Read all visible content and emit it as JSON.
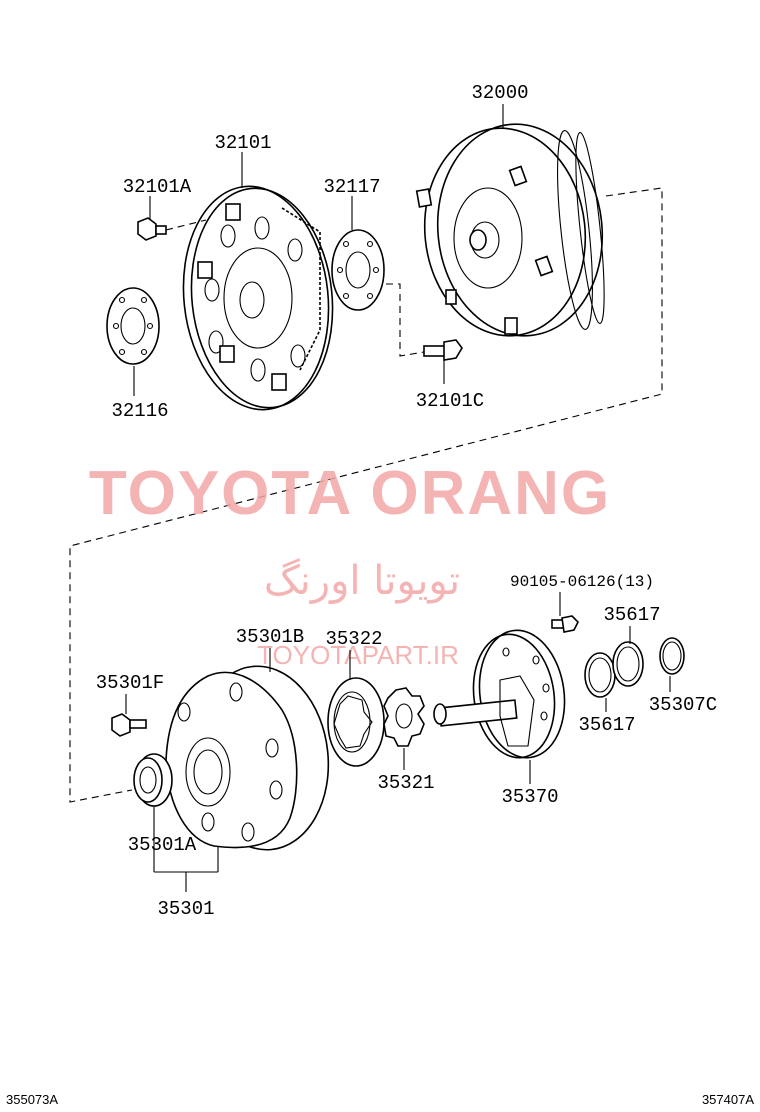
{
  "labels": {
    "p32000": "32000",
    "p32101": "32101",
    "p32101A": "32101A",
    "p32117": "32117",
    "p32116": "32116",
    "p32101C": "32101C",
    "p90105": "90105-06126(13)",
    "p35617a": "35617",
    "p35617b": "35617",
    "p35307C": "35307C",
    "p35301B": "35301B",
    "p35322": "35322",
    "p35301F": "35301F",
    "p35321": "35321",
    "p35370": "35370",
    "p35301A": "35301A",
    "p35301": "35301"
  },
  "watermark": {
    "brand": "TOYOTA ORANG",
    "persian": "تویوتا اورنگ",
    "url": "TOYOTAPART.IR",
    "color": "#f4a7a7"
  },
  "footer": {
    "left_code": "355073A",
    "right_code": "357407A"
  }
}
